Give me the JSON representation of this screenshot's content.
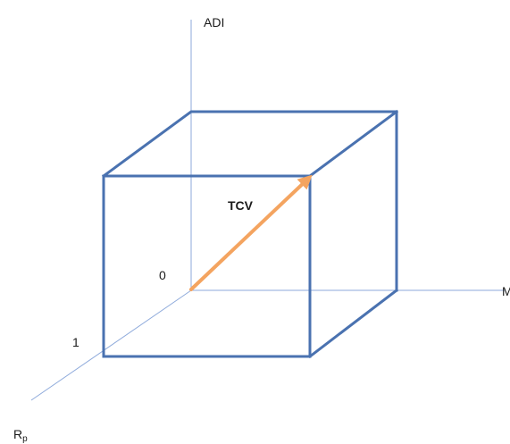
{
  "labels": {
    "adi_axis": "ADI",
    "m_axis": "M",
    "rp_axis_main": "R",
    "rp_axis_sub": "p",
    "origin": "0",
    "unit_mark": "1",
    "vector": "TCV"
  },
  "colors": {
    "axis": "#8EAADB",
    "cube": "#4A72B0",
    "vector": "#F4A460",
    "text": "#1a1a1a"
  }
}
